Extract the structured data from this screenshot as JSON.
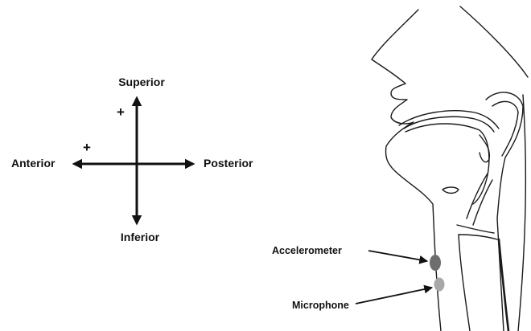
{
  "orientation": {
    "superior": "Superior",
    "inferior": "Inferior",
    "anterior": "Anterior",
    "posterior": "Posterior",
    "plus_vertical": "+",
    "plus_horizontal": "+"
  },
  "sensors": {
    "accelerometer": {
      "label": "Accelerometer",
      "color": "#6e6e6e"
    },
    "microphone": {
      "label": "Microphone",
      "color": "#a8a8a8"
    }
  },
  "colors": {
    "line": "#1a1a1a",
    "background": "#ffffff"
  }
}
